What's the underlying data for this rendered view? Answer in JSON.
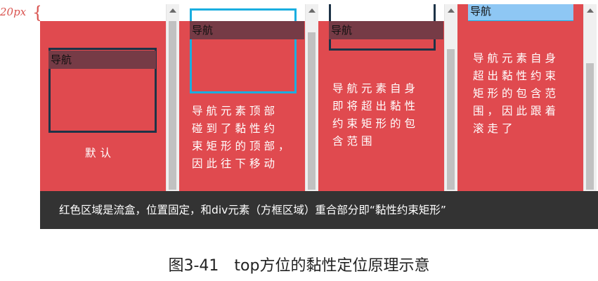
{
  "offset_label": "20px",
  "panels": [
    {
      "nav_label": "导航",
      "note": "默认"
    },
    {
      "nav_label": "导航",
      "note": "导航元素顶部\n碰到了黏性约\n束矩形的顶部，\n因此往下移动"
    },
    {
      "nav_label": "导航",
      "note": "导航元素自身\n即将超出黏性\n约束矩形的包\n含范围"
    },
    {
      "nav_label": "导航",
      "note": "导航元素自身\n超出黏性约束\n矩形的包含范\n围，因此跟着\n滚走了"
    }
  ],
  "caption": "红色区域是流盒，位置固定，和div元素（方框区域）重合部分即“黏性约束矩形”",
  "figure_title": "图3-41　top方位的黏性定位原理示意",
  "colors": {
    "flow_box": "#e04a4f",
    "nav_highlight": "#763b46",
    "nav_scrolled": "#8ec7f4",
    "box_dark": "#1d3347",
    "box_cyan": "#1aaee0",
    "caption_bg": "#333333",
    "label_red": "#d9534f"
  }
}
